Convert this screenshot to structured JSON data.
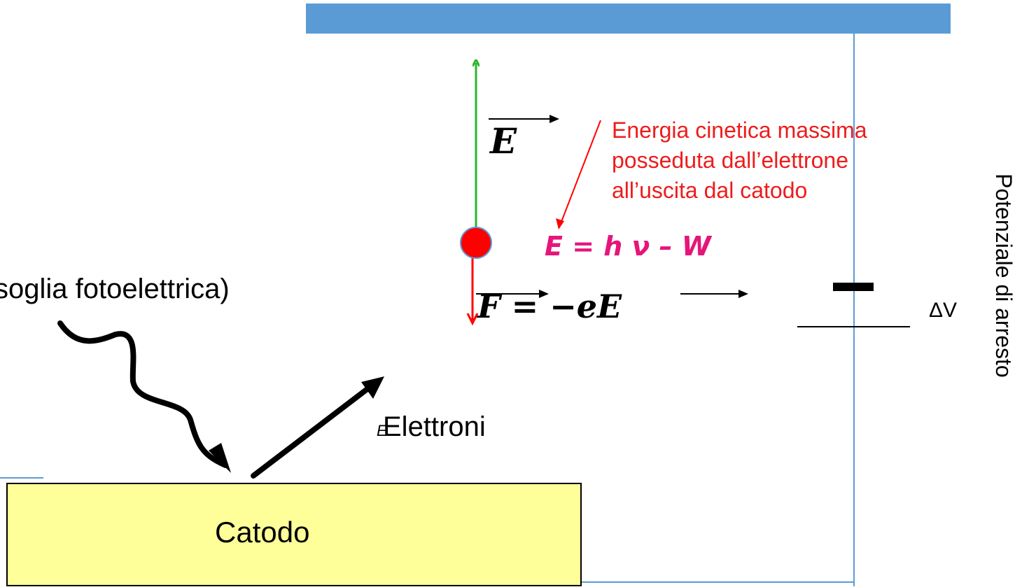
{
  "labels": {
    "cathode": "Catodo",
    "threshold": "soglia fotoelettrica)",
    "electrons_prefix": "E",
    "electrons": "Elettroni",
    "annotation_lines": [
      "Energia cinetica massima",
      "posseduta dall’elettrone",
      "all’uscita dal catodo"
    ],
    "energy_formula": "E = h ν – W",
    "field_vector": "E",
    "force_formula": "F = −eE",
    "voltage": "ΔV",
    "stopping_potential": "Potenziale di arresto"
  },
  "colors": {
    "cathode_fill": "#ffff99",
    "anode_fill": "#5b9bd5",
    "wire": "#5b9bd5",
    "electron": "#ff0000",
    "electron_outline": "#5b9bd5",
    "field_arrow": "#2ab52a",
    "force_arrow": "#ff0000",
    "annotation_text": "#ee1c1c",
    "energy_formula_text": "#e6157a"
  }
}
